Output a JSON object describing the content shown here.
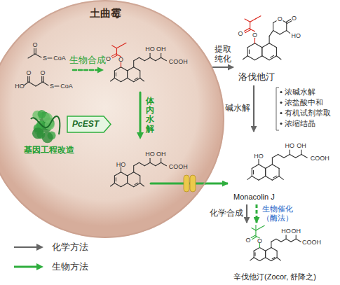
{
  "diagram": {
    "nodes": [
      {
        "text": [
          "土曲霉"
        ]
      },
      {
        "text": [
          "PcEST"
        ],
        "in": 0
      },
      {
        "text": [
          "洛伐他汀"
        ]
      },
      {
        "text": [
          "Monacolin J"
        ]
      },
      {
        "text": [
          "辛伐他汀(Zocor, 舒降之)"
        ]
      }
    ],
    "edges": [
      {
        "from": 0,
        "to": 2,
        "arrow": "to",
        "label": "提取纯化"
      },
      {
        "from": 0,
        "to": 3,
        "arrow": "to"
      },
      {
        "from": 2,
        "to": 3,
        "arrow": "to",
        "label": "碱水解"
      },
      {
        "from": 3,
        "to": 4,
        "arrow": "to",
        "label": "化学合成"
      },
      {
        "from": 3,
        "to": 4,
        "arrow": "to",
        "label": "生物催化（酶法）"
      }
    ],
    "labels": [
      "生物合成",
      "基因工程改造",
      "体内水解",
      "O",
      "S",
      "CoA",
      "HO",
      "O",
      "O",
      "S",
      "CoA",
      "HO",
      "COOH",
      "OH",
      "O",
      "O",
      "HO",
      "COOH",
      "OH",
      "HO",
      "HO",
      "O",
      "O",
      "O",
      "O",
      "HO",
      "COOH",
      "OH",
      "HO",
      "HO",
      "COOH",
      "OH",
      "O",
      "O",
      "浓碱水解",
      "浓盐酸中和",
      "有机试剂萃取",
      "浓缩结晶"
    ],
    "legend": [
      {
        "text": "化学方法"
      },
      {
        "text": "生物方法"
      }
    ]
  }
}
